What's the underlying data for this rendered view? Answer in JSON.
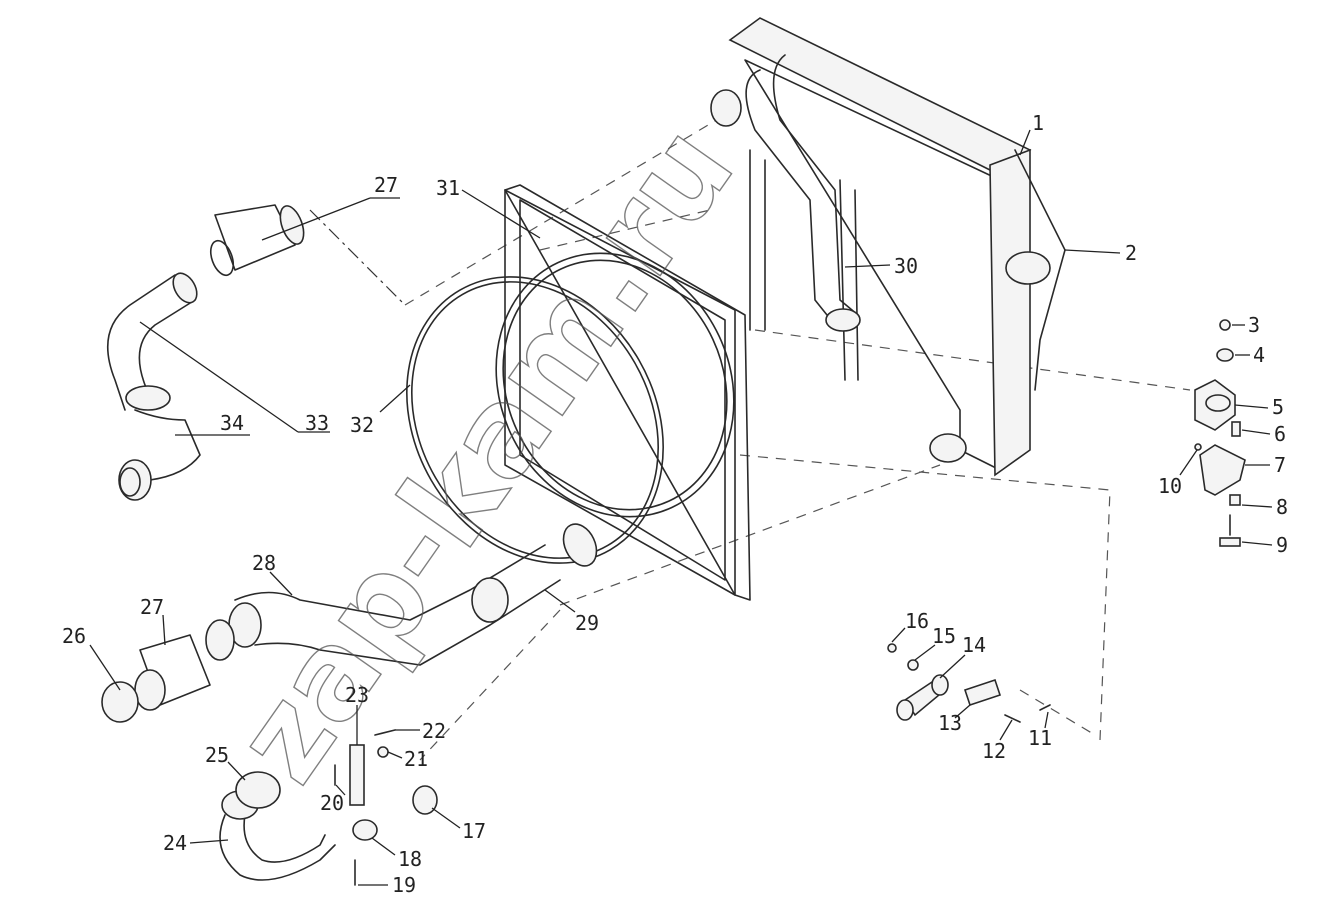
{
  "watermark": "zap-kam.ru",
  "callouts": [
    {
      "id": "1"
    },
    {
      "id": "2"
    },
    {
      "id": "3"
    },
    {
      "id": "4"
    },
    {
      "id": "5"
    },
    {
      "id": "6"
    },
    {
      "id": "7"
    },
    {
      "id": "8"
    },
    {
      "id": "9"
    },
    {
      "id": "10"
    },
    {
      "id": "11"
    },
    {
      "id": "12"
    },
    {
      "id": "13"
    },
    {
      "id": "14"
    },
    {
      "id": "15"
    },
    {
      "id": "16"
    },
    {
      "id": "17"
    },
    {
      "id": "18"
    },
    {
      "id": "19"
    },
    {
      "id": "20"
    },
    {
      "id": "21"
    },
    {
      "id": "22"
    },
    {
      "id": "23"
    },
    {
      "id": "24"
    },
    {
      "id": "25"
    },
    {
      "id": "26"
    },
    {
      "id": "27"
    },
    {
      "id": "27"
    },
    {
      "id": "28"
    },
    {
      "id": "29"
    },
    {
      "id": "30"
    },
    {
      "id": "31"
    },
    {
      "id": "32"
    },
    {
      "id": "33"
    },
    {
      "id": "34"
    }
  ],
  "colors": {
    "line": "#2a2a2a",
    "background": "#ffffff"
  }
}
